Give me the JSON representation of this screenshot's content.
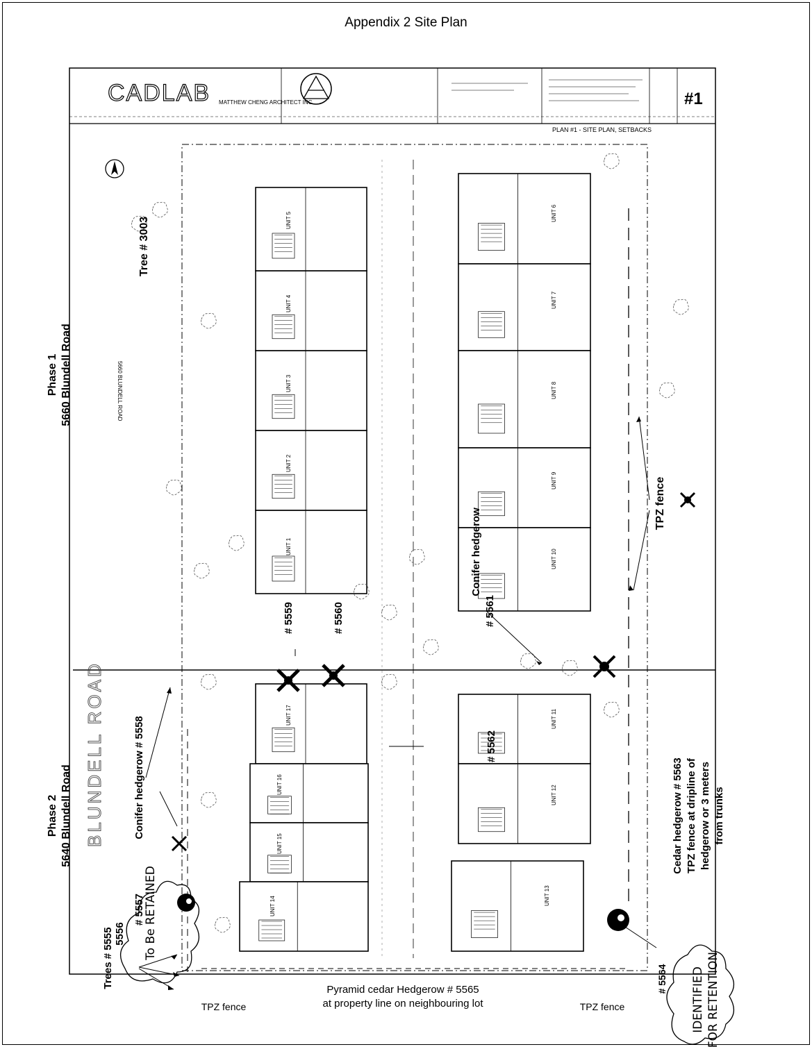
{
  "page": {
    "title": "Appendix 2 Site  Plan"
  },
  "annotations": {
    "phase1_title": "Phase 1",
    "phase1_address": "5660 Blundell Road",
    "phase2_title": "Phase 2",
    "phase2_address": "5640 Blundell Road",
    "tree_3003": "Tree # 3003",
    "tree_5559": "# 5559",
    "tree_5560": "# 5560",
    "conifer_5561_a": "Conifer hedgerow",
    "conifer_5561_b": "# 5561",
    "tree_5562": "# 5562",
    "tpz_fence_right": "TPZ fence",
    "conifer_5558": "Conifer hedgerow # 5558",
    "tree_5557": "# 5557",
    "trees_5555_a": "Trees # 5555",
    "trees_5555_b": "5556",
    "cedar_5563_a": "Cedar hedgerow # 5563",
    "cedar_5563_b": "TPZ fence at dripline of",
    "cedar_5563_c": "hedgerow or 3 meters",
    "cedar_5563_d": "from trunks",
    "tree_5564": "# 5564",
    "pyramid_a": "Pyramid cedar Hedgerow # 5565",
    "pyramid_b": "at property line on neighbouring lot",
    "tpz_fence_bl": "TPZ fence",
    "tpz_fence_br": "TPZ fence",
    "retained_note": "To Be RETAINED",
    "identified_a": "IDENTIFIED",
    "identified_b": "FOR RETENTION"
  },
  "plan": {
    "firm_name": "CADLAB",
    "architect": "MATTHEW CHENG ARCHITECT INC",
    "sheet_title": "PLAN #1 - SITE PLAN, SETBACKS",
    "sheet_number": "#1",
    "street_label": "BLUNDELL ROAD",
    "street_small": "5660 BLUNDELL ROAD",
    "units": [
      "UNIT 1",
      "UNIT 2",
      "UNIT 3",
      "UNIT 4",
      "UNIT 5",
      "UNIT 6",
      "UNIT 7",
      "UNIT 8",
      "UNIT 9",
      "UNIT 10",
      "UNIT 11",
      "UNIT 12",
      "UNIT 13",
      "UNIT 14",
      "UNIT 15",
      "UNIT 16",
      "UNIT 17"
    ]
  }
}
